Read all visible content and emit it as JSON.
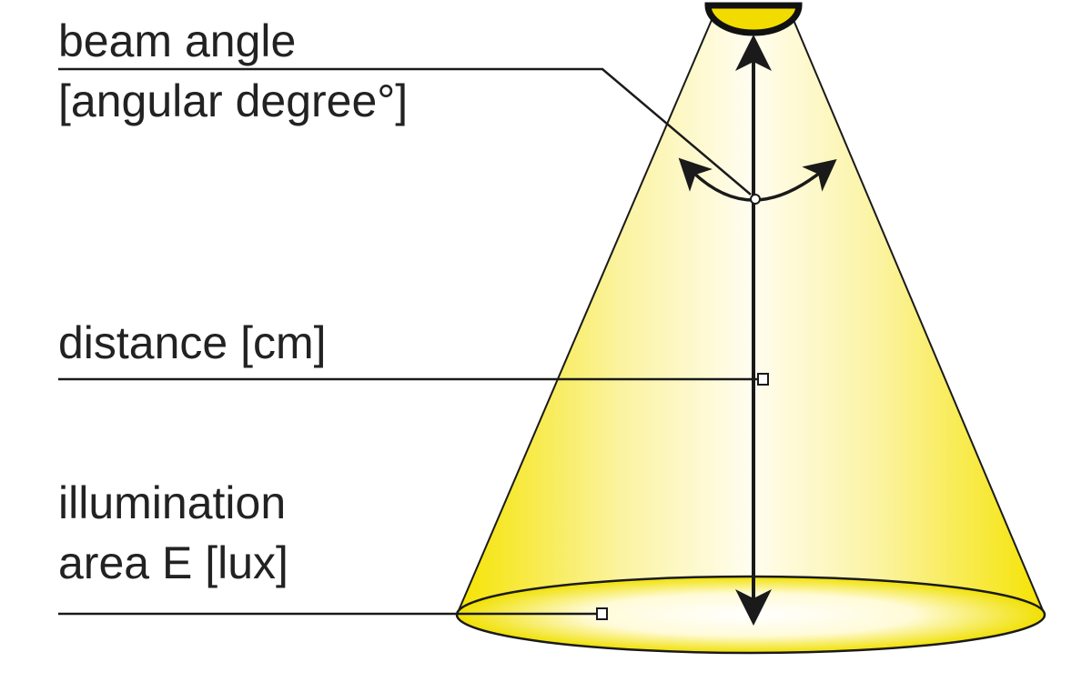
{
  "labels": {
    "beam_angle": {
      "line1": "beam angle",
      "line2": "[angular degree°]"
    },
    "distance": {
      "line1": "distance [cm]"
    },
    "illumination_area": {
      "line1": "illumination",
      "line2": "area E [lux]"
    }
  },
  "colors": {
    "beam_edge": "#f5e300",
    "beam_center": "#fffdf0",
    "ellipse_center": "#ffffff",
    "ellipse_edge": "#f0e000",
    "line": "#1a1a1a",
    "text": "#222222"
  }
}
